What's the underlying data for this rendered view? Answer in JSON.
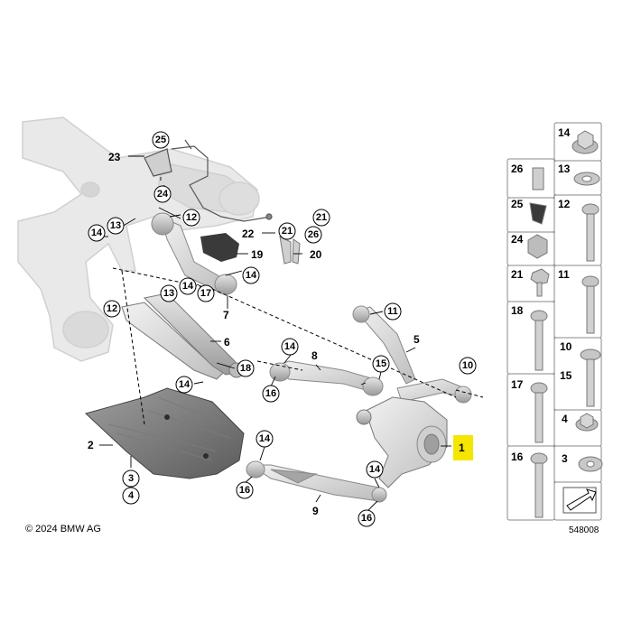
{
  "copyright": "© 2024 BMW AG",
  "doc_number": "548008",
  "highlight_color": "#f5e600",
  "callouts": [
    {
      "id": "c25",
      "label": "25"
    },
    {
      "id": "c23",
      "label": "23"
    },
    {
      "id": "c24",
      "label": "24"
    },
    {
      "id": "c12a",
      "label": "12"
    },
    {
      "id": "c13a",
      "label": "13"
    },
    {
      "id": "c14a",
      "label": "14"
    },
    {
      "id": "c21a",
      "label": "21"
    },
    {
      "id": "c26",
      "label": "26"
    },
    {
      "id": "c21b",
      "label": "21"
    },
    {
      "id": "c22",
      "label": "22"
    },
    {
      "id": "c19",
      "label": "19"
    },
    {
      "id": "c20",
      "label": "20"
    },
    {
      "id": "c13b",
      "label": "13"
    },
    {
      "id": "c14b",
      "label": "14"
    },
    {
      "id": "c14c",
      "label": "14"
    },
    {
      "id": "c17",
      "label": "17"
    },
    {
      "id": "c7",
      "label": "7"
    },
    {
      "id": "c12b",
      "label": "12"
    },
    {
      "id": "c6",
      "label": "6"
    },
    {
      "id": "c18",
      "label": "18"
    },
    {
      "id": "c14d",
      "label": "14"
    },
    {
      "id": "c11",
      "label": "11"
    },
    {
      "id": "c5",
      "label": "5"
    },
    {
      "id": "c14e",
      "label": "14"
    },
    {
      "id": "c8",
      "label": "8"
    },
    {
      "id": "c15",
      "label": "15"
    },
    {
      "id": "c10",
      "label": "10"
    },
    {
      "id": "c16a",
      "label": "16"
    },
    {
      "id": "c2",
      "label": "2"
    },
    {
      "id": "c3",
      "label": "3"
    },
    {
      "id": "c4",
      "label": "4"
    },
    {
      "id": "c14f",
      "label": "14"
    },
    {
      "id": "c16b",
      "label": "16"
    },
    {
      "id": "c14g",
      "label": "14"
    },
    {
      "id": "c9",
      "label": "9"
    },
    {
      "id": "c16c",
      "label": "16"
    },
    {
      "id": "c1",
      "label": "1"
    }
  ],
  "parts_table": [
    {
      "id": "t14",
      "label": "14"
    },
    {
      "id": "t26",
      "label": "26"
    },
    {
      "id": "t13",
      "label": "13"
    },
    {
      "id": "t25",
      "label": "25"
    },
    {
      "id": "t12",
      "label": "12"
    },
    {
      "id": "t24",
      "label": "24"
    },
    {
      "id": "t21",
      "label": "21"
    },
    {
      "id": "t11",
      "label": "11"
    },
    {
      "id": "t18",
      "label": "18"
    },
    {
      "id": "t10",
      "label": "10"
    },
    {
      "id": "t15",
      "label": "15"
    },
    {
      "id": "t17",
      "label": "17"
    },
    {
      "id": "t4",
      "label": "4"
    },
    {
      "id": "t3",
      "label": "3"
    },
    {
      "id": "t16",
      "label": "16"
    }
  ]
}
